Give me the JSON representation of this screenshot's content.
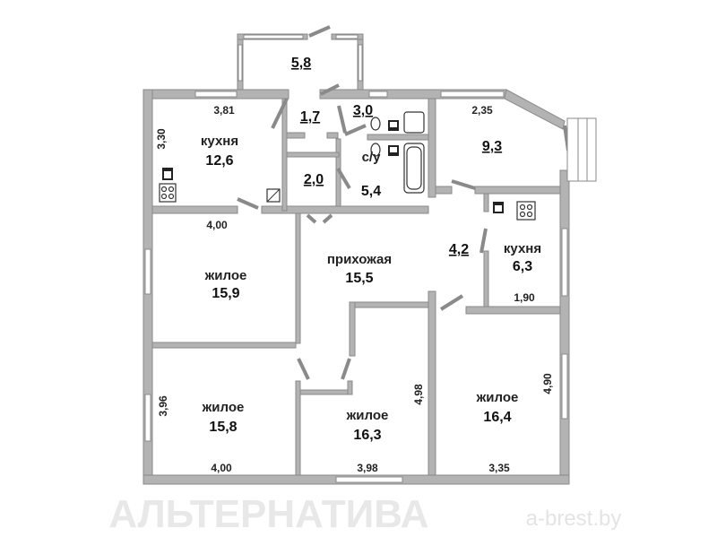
{
  "watermark": {
    "brand": "АЛЬТЕРНАТИВА",
    "site": "a-brest.by"
  },
  "rooms": {
    "balcony": {
      "area": "5,8"
    },
    "kitchen1": {
      "label": "кухня",
      "area": "12,6"
    },
    "hall_small": {
      "area": "1,7"
    },
    "wc": {
      "area": "3,0"
    },
    "storage": {
      "area": "2,0"
    },
    "bathroom": {
      "label": "с/у",
      "area": "5,4"
    },
    "room_93": {
      "area": "9,3"
    },
    "corridor": {
      "area": "4,2"
    },
    "kitchen2": {
      "label": "кухня",
      "area": "6,3"
    },
    "hallway": {
      "label": "прихожая",
      "area": "15,5"
    },
    "living1": {
      "label": "жилое",
      "area": "15,9"
    },
    "living2": {
      "label": "жилое",
      "area": "15,8"
    },
    "living3": {
      "label": "жилое",
      "area": "16,3"
    },
    "living4": {
      "label": "жилое",
      "area": "16,4"
    }
  },
  "dimensions": {
    "kitchen1_width": "3,81",
    "kitchen1_height": "3,30",
    "room93_width": "2,35",
    "living1_width": "4,00",
    "kitchen2_width": "1,90",
    "living2_height": "3,96",
    "living2_width": "4,00",
    "living3_height": "4,98",
    "living3_width": "3,98",
    "living4_height": "4,90",
    "living4_width": "3,35"
  }
}
